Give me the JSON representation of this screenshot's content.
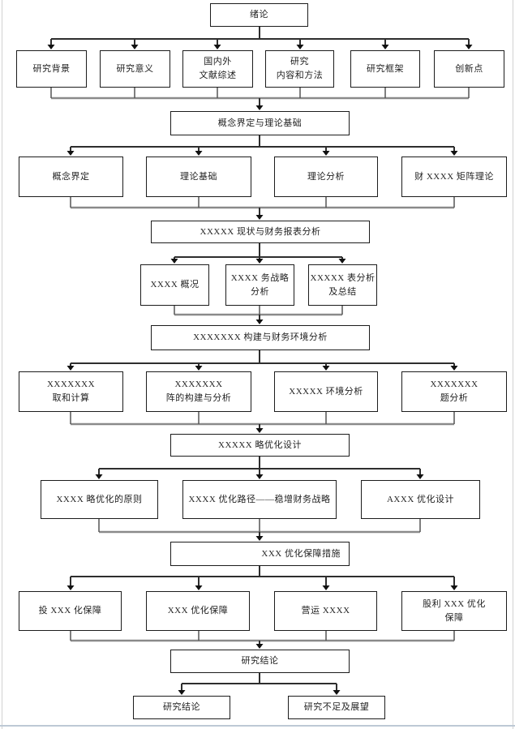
{
  "diagram": {
    "type": "thesis-structure-flowchart",
    "colors": {
      "box_border": "#1c1c1c",
      "line_dark": "#2e2e2e",
      "line_collector": "#8a8a8a",
      "arrow_fill": "#111111",
      "page_edge": "#d2d2d2",
      "bottom_edge": "#bdc9d5",
      "background": "#ffffff"
    },
    "flow": {
      "level1": "绪论",
      "level2": [
        "研究背景",
        "研究意义",
        "国内外\n文献综述",
        "研究\n内容和方法",
        "研究框架",
        "创新点"
      ],
      "level3": "概念界定与理论基础",
      "level4": [
        "概念界定",
        "理论基础",
        "理论分析",
        "财 XXXX 矩阵理论"
      ],
      "level5": "XXXXX 现状与财务报表分析",
      "level6": [
        "XXXX 概况",
        "XXXX 务战略\n分析",
        "XXXXX 表分析\n及总结"
      ],
      "level7": "XXXXXXX 构建与财务环境分析",
      "level8": [
        "XXXXXXX\n取和计算",
        "XXXXXXX\n阵的构建与分析",
        "XXXXX 环境分析",
        "XXXXXXX\n题分析"
      ],
      "level9": "XXXXX 略优化设计",
      "level10": [
        "XXXX 略优化的原则",
        "XXXX 优化路径——稳增财务战略",
        "AXXX 优化设计"
      ],
      "level11": "XXX 优化保障措施",
      "level12": [
        "投 XXX 化保障",
        "XXX 优化保障",
        "营运 XXXX",
        "股利 XXX 优化\n保障"
      ],
      "level13": "研究结论",
      "level14": [
        "研究结论",
        "研究不足及展望"
      ]
    }
  }
}
